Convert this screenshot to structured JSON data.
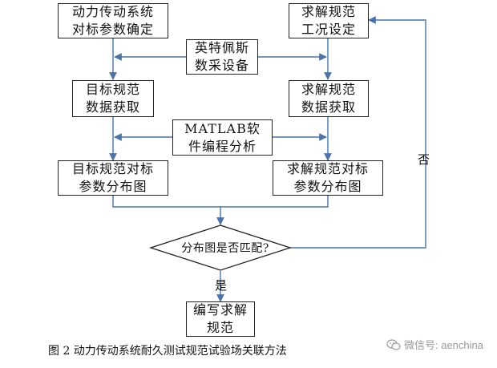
{
  "nodes": {
    "target_params": [
      "动力传动系统",
      "对标参数确定"
    ],
    "solve_conditions": [
      "求解规范",
      "工况设定"
    ],
    "intest_equipment": [
      "英特佩斯",
      "数采设备"
    ],
    "target_data": [
      "目标规范",
      "数据获取"
    ],
    "solve_data": [
      "求解规范",
      "数据获取"
    ],
    "matlab": [
      "MATLAB软",
      "件编程分析"
    ],
    "target_dist": [
      "目标规范对标",
      "参数分布图"
    ],
    "solve_dist": [
      "求解规范对标",
      "参数分布图"
    ],
    "write_spec": [
      "编写求解",
      "规范"
    ]
  },
  "decision": "分布图是否匹配?",
  "edge_labels": {
    "no": "否",
    "yes": "是"
  },
  "caption": "图 2  动力传动系统耐久测试规范试验场关联方法",
  "watermark": "微信号: aenchina",
  "colors": {
    "line": "#4a73a8",
    "border": "#222222"
  }
}
